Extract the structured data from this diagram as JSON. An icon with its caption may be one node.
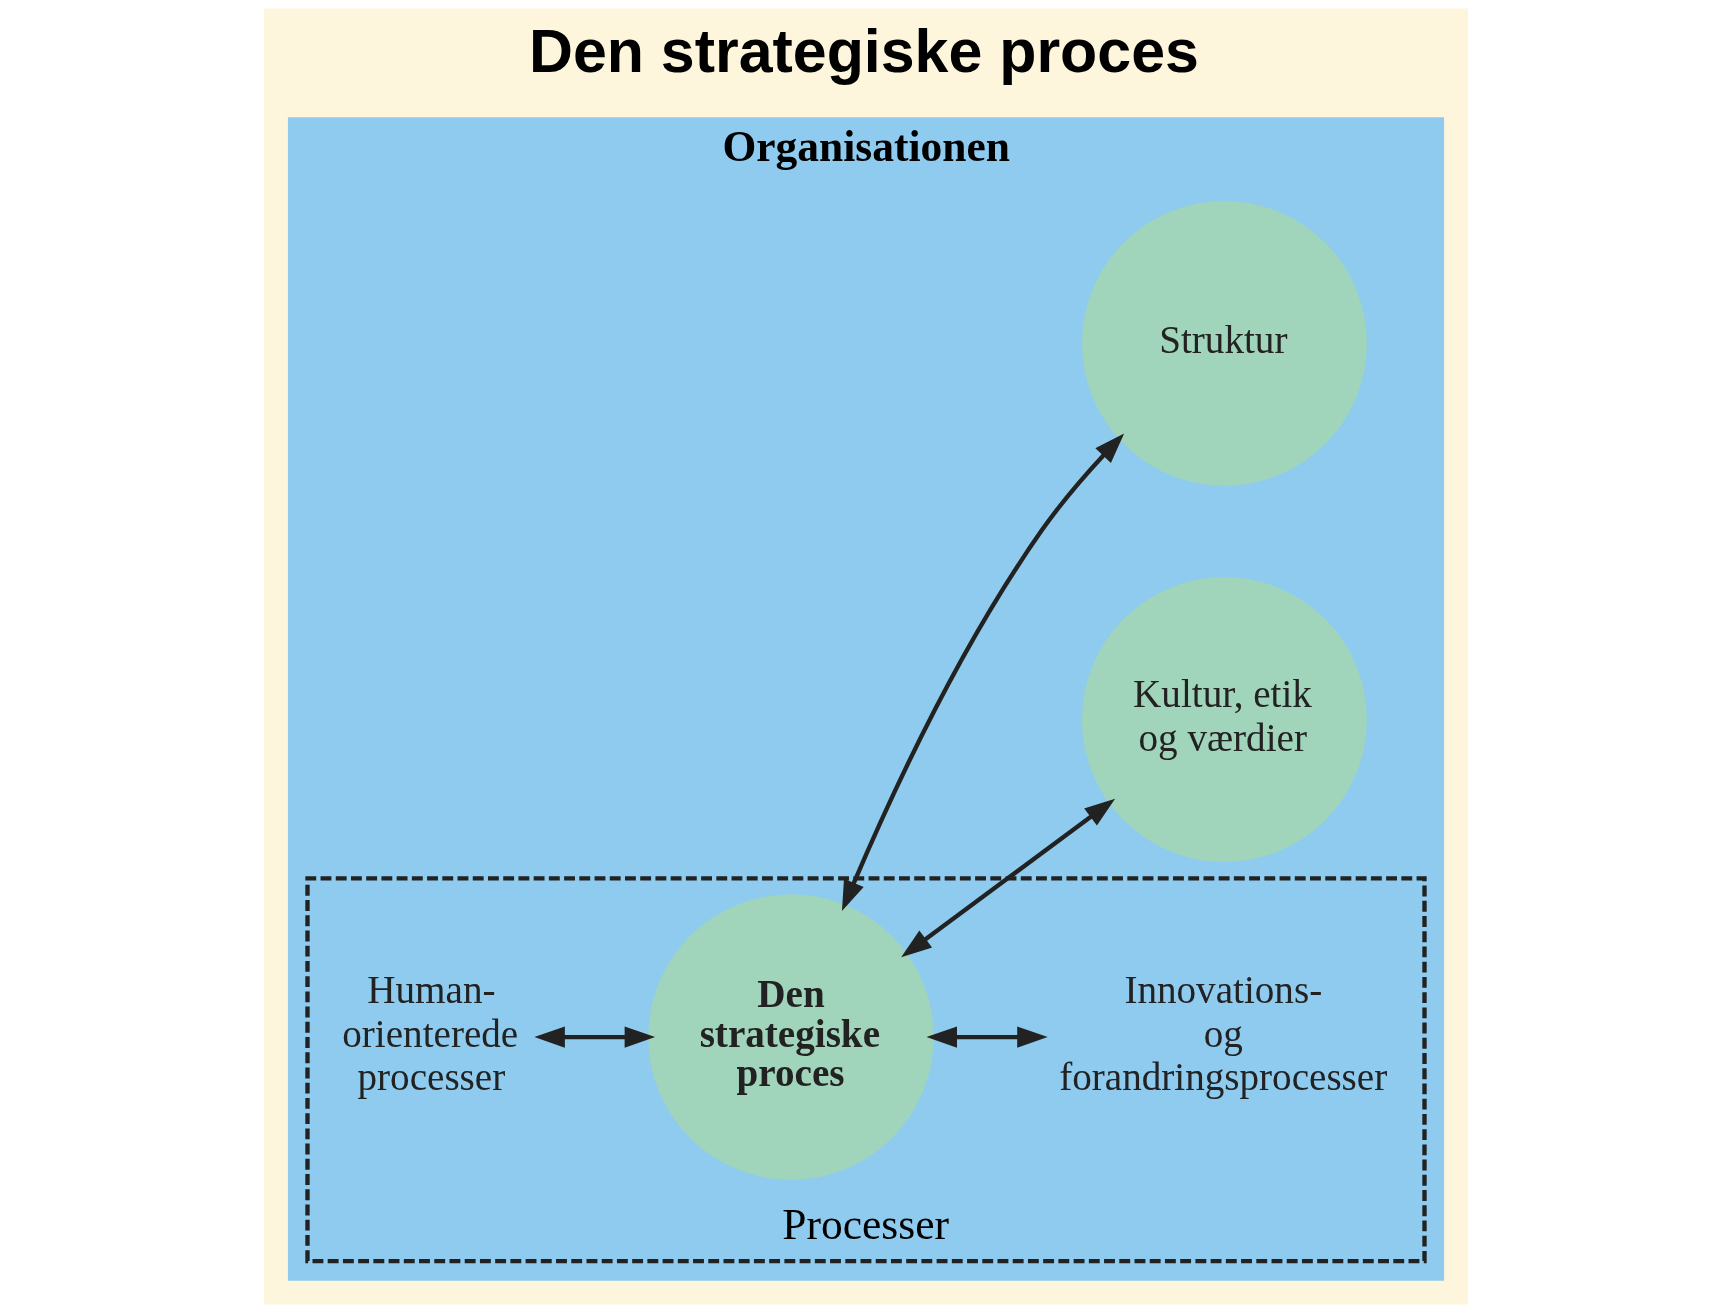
{
  "diagram": {
    "title": "Den strategiske proces",
    "nodes": [
      {
        "text": [
          "Organisationen"
        ]
      },
      {
        "text": [
          "Processer"
        ],
        "in": 0
      },
      {
        "text": [
          "Den strategiske proces"
        ],
        "in": 1
      },
      {
        "text": [
          "Human- orienterede processer"
        ],
        "in": 1
      },
      {
        "text": [
          "Innovations- og forandringsprocesser"
        ],
        "in": 1
      },
      {
        "text": [
          "Kultur, etik og værdier"
        ],
        "in": 0
      },
      {
        "text": [
          "Struktur"
        ],
        "in": 0
      }
    ],
    "edges": [
      {
        "from": 3,
        "to": 2,
        "arrow": "both"
      },
      {
        "from": 2,
        "to": 5,
        "arrow": "both"
      },
      {
        "from": 2,
        "to": 4,
        "arrow": "both"
      },
      {
        "from": 2,
        "to": 6,
        "arrow": "both"
      }
    ]
  }
}
